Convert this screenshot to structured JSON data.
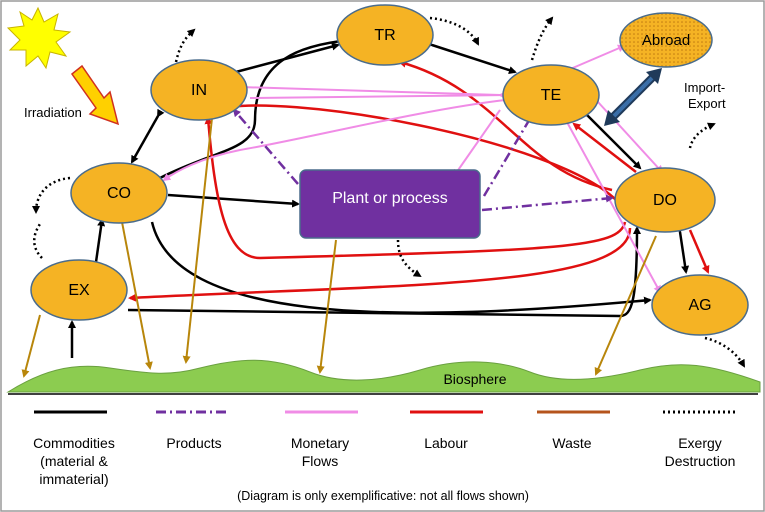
{
  "nodes": {
    "tr": "TR",
    "in": "IN",
    "te": "TE",
    "abroad": "Abroad",
    "co": "CO",
    "do": "DO",
    "ex": "EX",
    "ag": "AG",
    "plant": "Plant or process"
  },
  "labels": {
    "irradiation": "Irradiation",
    "import_export_line1": "Import-",
    "import_export_line2": "Export",
    "biosphere": "Biosphere"
  },
  "legend": {
    "items": [
      {
        "lines": [
          "Commodities",
          "(material &",
          "immaterial)"
        ],
        "color": "#000000",
        "style": "solid"
      },
      {
        "lines": [
          "Products"
        ],
        "color": "#7030a0",
        "style": "dashdot"
      },
      {
        "lines": [
          "Monetary",
          "Flows"
        ],
        "color": "#f08ce6",
        "style": "solid"
      },
      {
        "lines": [
          "Labour"
        ],
        "color": "#e01010",
        "style": "solid"
      },
      {
        "lines": [
          "Waste"
        ],
        "color": "#b5541c",
        "style": "solid"
      },
      {
        "lines": [
          "Exergy",
          "Destruction"
        ],
        "color": "#000000",
        "style": "dotted"
      }
    ]
  },
  "note": "(Diagram is only exemplificative: not all flows shown)",
  "colors": {
    "node_fill": "#f5b324",
    "node_stroke": "#4a6c8c",
    "plant_fill": "#7030a0",
    "biosphere_fill": "#8ccc50",
    "commodities": "#000000",
    "products": "#7030a0",
    "monetary": "#f08ce6",
    "labour": "#e01010",
    "waste": "#b8860b",
    "sun": "#ffff00"
  }
}
